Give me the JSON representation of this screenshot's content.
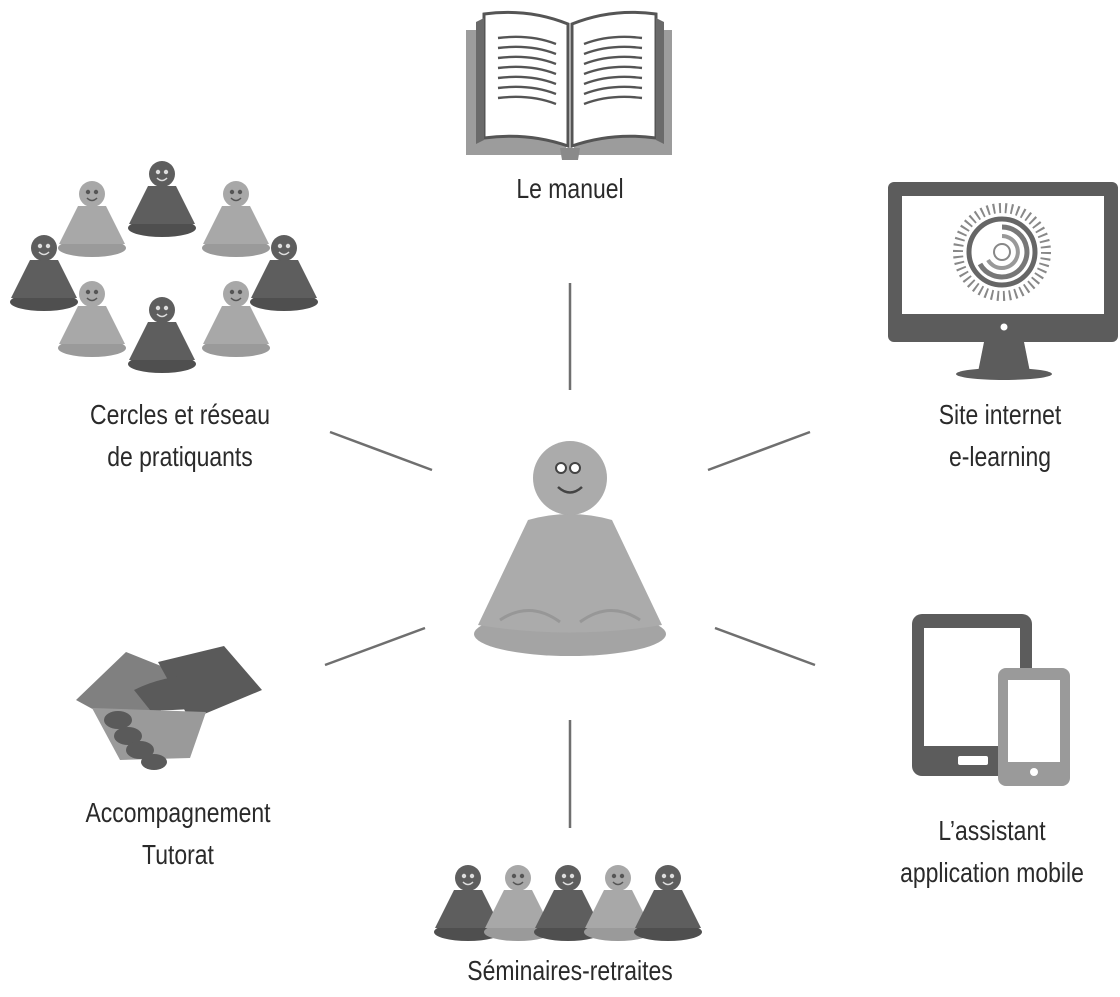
{
  "nodes": {
    "manual": {
      "lines": [
        "Le manuel"
      ],
      "icon": "open-book-icon"
    },
    "circles": {
      "lines": [
        "Cercles et réseau",
        "de pratiquants"
      ],
      "icon": "meditators-group-icon"
    },
    "website": {
      "lines": [
        "Site internet",
        "e-learning"
      ],
      "icon": "monitor-icon"
    },
    "tutoring": {
      "lines": [
        "Accompagnement",
        "Tutorat"
      ],
      "icon": "handshake-icon"
    },
    "mobile": {
      "lines": [
        "L’assistant",
        "application mobile"
      ],
      "icon": "tablet-phone-icon"
    },
    "retreats": {
      "lines": [
        "Séminaires-retraites"
      ],
      "icon": "meditators-row-icon"
    }
  },
  "center": {
    "icon": "meditator-icon"
  },
  "colors": {
    "light_figure": "#a8a8a8",
    "dark_figure": "#5e5e5e",
    "line": "#6f6f6f",
    "text": "#2a2a2a"
  }
}
